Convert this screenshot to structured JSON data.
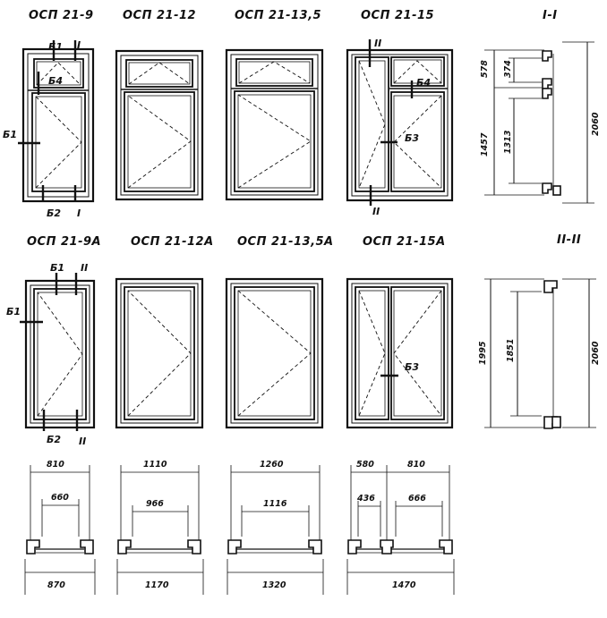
{
  "windows_top": [
    {
      "title": "ОСП 21-9"
    },
    {
      "title": "ОСП 21-12"
    },
    {
      "title": "ОСП 21-13,5"
    },
    {
      "title": "ОСП 21-15"
    }
  ],
  "windows_bottom": [
    {
      "title": "ОСП 21-9А"
    },
    {
      "title": "ОСП 21-12А"
    },
    {
      "title": "ОСП 21-13,5А"
    },
    {
      "title": "ОСП 21-15А"
    }
  ],
  "marks": {
    "b1": "Б1",
    "b2": "Б2",
    "b3": "Б3",
    "b4": "Б4",
    "sec1": "I",
    "sec2": "II"
  },
  "sections": {
    "s1": {
      "title": "I-I",
      "dims": [
        "578",
        "374",
        "1457",
        "1313",
        "2060"
      ]
    },
    "s2": {
      "title": "II-II",
      "dims": [
        "1995",
        "1851",
        "2060"
      ]
    }
  },
  "plans": [
    {
      "top": "810",
      "mid": "660",
      "bottom": "870"
    },
    {
      "top": "1110",
      "mid": "966",
      "bottom": "1170"
    },
    {
      "top": "1260",
      "mid": "1116",
      "bottom": "1320"
    },
    {
      "top": [
        "580",
        "810"
      ],
      "mid": [
        "436",
        "666"
      ],
      "bottom": "1470"
    }
  ]
}
